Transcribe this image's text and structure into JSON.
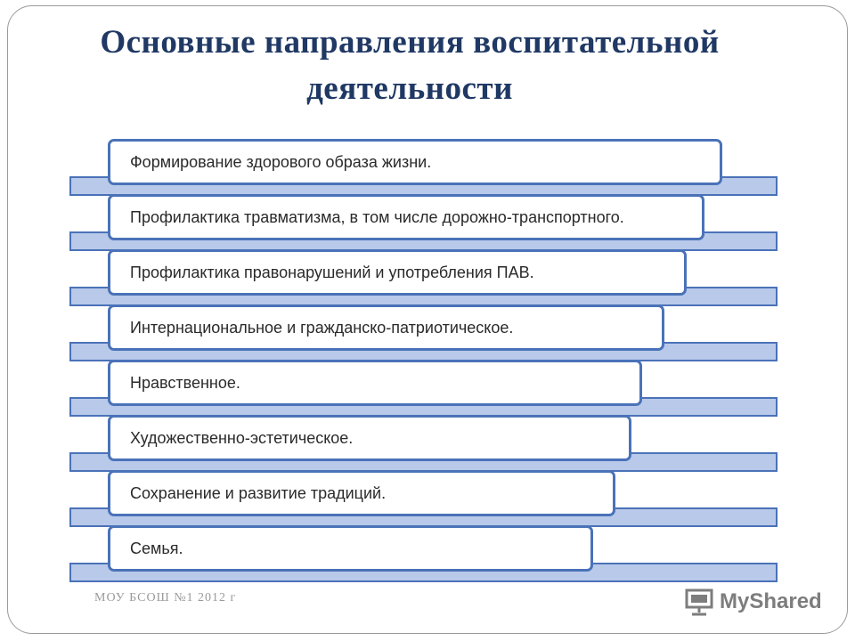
{
  "slide": {
    "title": "Основные направления воспитательной деятельности",
    "items": [
      "Формирование здорового образа жизни.",
      "Профилактика травматизма, в том числе дорожно-транспортного.",
      "Профилактика правонарушений и употребления ПАВ.",
      "Интернациональное  и гражданско-патриотическое.",
      "Нравственное.",
      "Художественно-эстетическое.",
      "Сохранение и развитие традиций.",
      "Семья."
    ],
    "footer": "МОУ БСОШ №1 2012 г"
  },
  "logo": {
    "text": "MyShared",
    "icon": "presentation-board-icon"
  },
  "colors": {
    "title": "#1f3864",
    "card_border": "#4a72b8",
    "band_fill": "#b8c9ea",
    "logo": "#7d7d7d"
  }
}
